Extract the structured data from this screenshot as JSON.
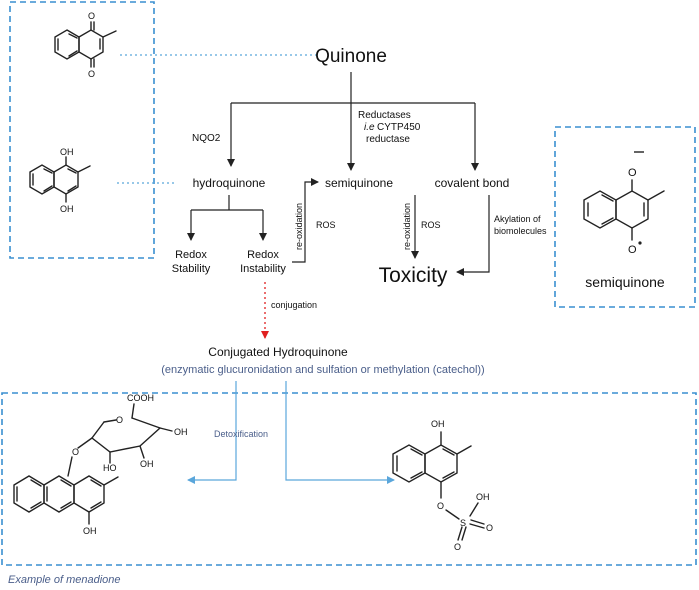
{
  "nodes": {
    "quinone": "Quinone",
    "hydroquinone": "hydroquinone",
    "semiquinone": "semiquinone",
    "covalent_bond": "covalent bond",
    "redox_stability": [
      "Redox",
      "Stability"
    ],
    "redox_instability": [
      "Redox",
      "Instability"
    ],
    "toxicity": "Toxicity",
    "conjugated_hydroquinone": "Conjugated Hydroquinone",
    "conjugated_note": "(enzymatic glucuronidation and sulfation or methylation (catechol))"
  },
  "edge_labels": {
    "nqo2": "NQO2",
    "reductases": [
      "Reductases",
      "i.e",
      "CYTP450",
      "reductase"
    ],
    "reoxidation": "re-oxidation",
    "ros": "ROS",
    "akylation": [
      "Akylation of",
      "biomolecules"
    ],
    "conjugation": "conjugation",
    "detoxification": "Detoxification"
  },
  "structures": {
    "quinone_O_top": "O",
    "quinone_O_bottom": "O",
    "hydroquinone_OH_top": "OH",
    "hydroquinone_OH_bottom": "OH",
    "semiquinone_O_top": "O",
    "semiquinone_O_bottom": "O",
    "semiquinone_label": "semiquinone",
    "glucuronide_COOH": "COOH",
    "glucuronide_OH_right": "OH",
    "glucuronide_OH_mid": "OH",
    "glucuronide_HO": "HO",
    "glucuronide_O_ring": "O",
    "glucuronide_O_link": "O",
    "glucuronide_OH_bottom": "OH",
    "sulfate_OH_top": "OH",
    "sulfate_O_link": "O",
    "sulfate_S": "S",
    "sulfate_OH": "OH",
    "sulfate_O_right": "O",
    "sulfate_O_bottom": "O"
  },
  "footer": {
    "caption": "Example of menadione"
  },
  "colors": {
    "box_border": "#3a8fd0",
    "conjugation_arrow": "#e02020",
    "detox_arrow": "#5aa6db",
    "note_text": "#4a5e8a"
  }
}
